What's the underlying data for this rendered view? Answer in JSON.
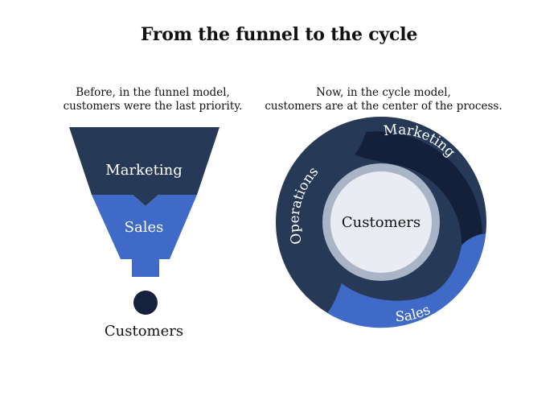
{
  "title": "From the funnel to the cycle",
  "funnel": {
    "caption_line1": "Before, in the funnel model,",
    "caption_line2": "customers were the last priority.",
    "stages": [
      "Marketing",
      "Sales"
    ],
    "end_label": "Customers"
  },
  "cycle": {
    "caption_line1": "Now, in the cycle model,",
    "caption_line2": "customers are at the center of the process.",
    "center_label": "Customers",
    "segments": [
      "Marketing",
      "Sales",
      "Operations"
    ]
  },
  "colors": {
    "navy": "#263a57",
    "dark_navy": "#16213d",
    "blue": "#3f6ac8",
    "circle_dark": "#14203a",
    "center_fill": "#e9edf3",
    "center_ring": "#a9b4c6"
  }
}
